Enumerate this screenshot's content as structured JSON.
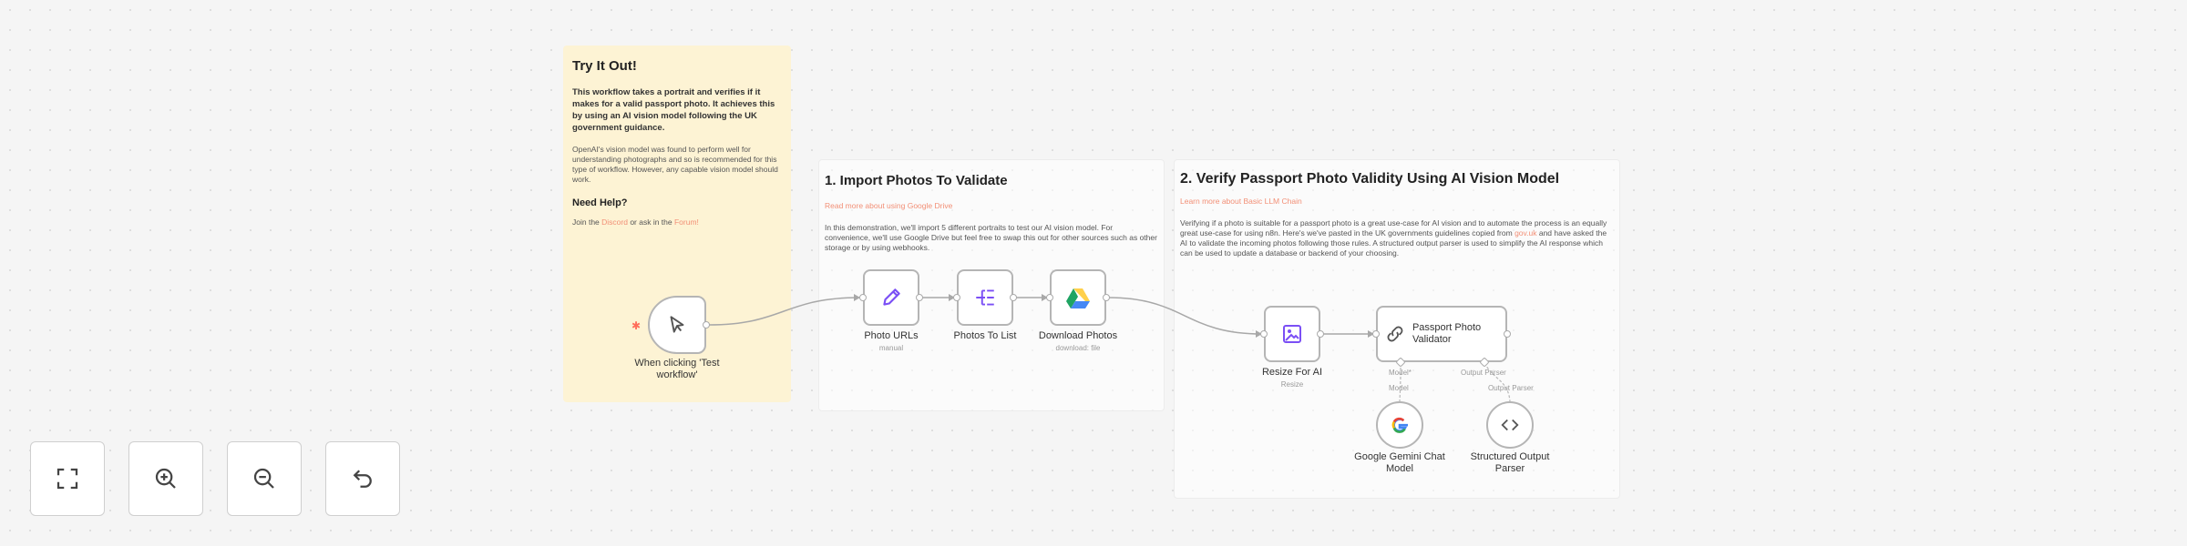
{
  "notes": {
    "try": {
      "title": "Try It Out!",
      "bold": "This workflow takes a portrait and verifies if it makes for a valid passport photo. It achieves this by using an AI vision model following the UK government guidance.",
      "text": "OpenAI's vision model was found to perform well for understanding photographs and so is recommended for this type of workflow. However, any capable vision model should work.",
      "help_title": "Need Help?",
      "help_prefix": "Join the ",
      "help_discord": "Discord",
      "help_middle": " or ask in the ",
      "help_forum": "Forum!"
    },
    "import": {
      "title": "1. Import Photos To Validate",
      "link": "Read more about using Google Drive",
      "text": "In this demonstration, we'll import 5 different portraits to test our AI vision model. For convenience, we'll use Google Drive but feel free to swap this out for other sources such as other storage or by using webhooks."
    },
    "verify": {
      "title": "2. Verify Passport Photo Validity Using AI Vision Model",
      "link": "Learn more about Basic LLM Chain",
      "text_1": "Verifying if a photo is suitable for a passport photo is a great use-case for AI vision and to automate the process is an equally great use-case for using n8n. Here's we've pasted in the UK governments guidelines copied from ",
      "text_link": "gov.uk",
      "text_2": " and have asked the AI to validate the incoming photos following those rules. A structured output parser is used to simplify the AI response which can be used to update a database or backend of your choosing."
    }
  },
  "nodes": {
    "trigger": {
      "label": "When clicking 'Test workflow'",
      "icon": "cursor-click-icon"
    },
    "photo_urls": {
      "label": "Photo URLs",
      "sub": "manual",
      "icon": "pencil-icon"
    },
    "photos_to_list": {
      "label": "Photos To List",
      "icon": "split-out-icon"
    },
    "download_photos": {
      "label": "Download Photos",
      "sub": "download: file",
      "icon": "google-drive-icon"
    },
    "resize": {
      "label": "Resize For AI",
      "sub": "Resize",
      "icon": "image-icon"
    },
    "validator": {
      "label": "Passport Photo Validator",
      "icon": "chain-link-icon",
      "port_model": "Model*",
      "port_parser": "Output Parser"
    },
    "gemini": {
      "label": "Google Gemini Chat Model",
      "port": "Model",
      "icon": "google-g-icon"
    },
    "parser": {
      "label": "Structured Output Parser",
      "port": "Output Parser",
      "icon": "code-brackets-icon"
    }
  },
  "controls": {
    "fit": "fit-view-icon",
    "zoom_in": "zoom-in-icon",
    "zoom_out": "zoom-out-icon",
    "reset": "undo-icon"
  },
  "colors": {
    "accent": "#f28f76",
    "trigger_mark": "#ff6d5a",
    "drive_green": "#1fa463",
    "drive_yellow": "#ffd04b",
    "drive_blue": "#4688f4",
    "purple": "#7b4ff5"
  }
}
